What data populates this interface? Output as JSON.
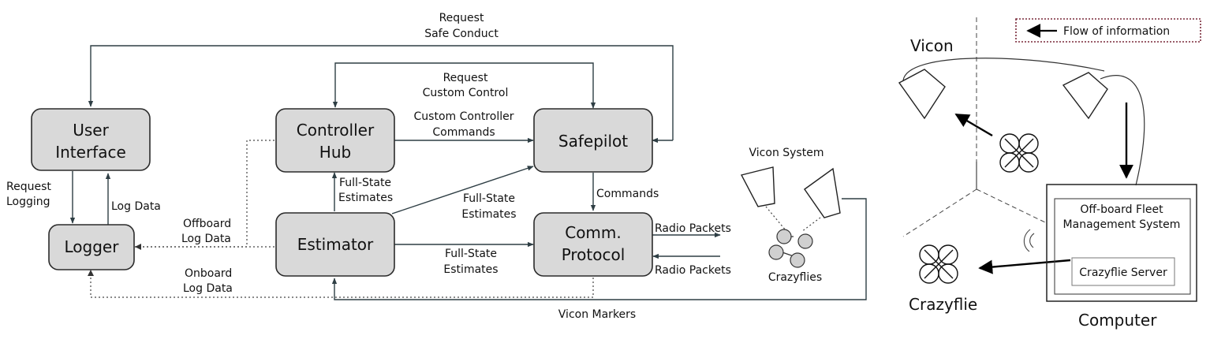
{
  "left_diagram": {
    "blocks": {
      "user_interface": [
        "User",
        "Interface"
      ],
      "controller_hub": [
        "Controller",
        "Hub"
      ],
      "safepilot": [
        "Safepilot"
      ],
      "logger": [
        "Logger"
      ],
      "estimator": [
        "Estimator"
      ],
      "comm_protocol": [
        "Comm.",
        "Protocol"
      ]
    },
    "labels": {
      "request_safe_conduct": [
        "Request",
        "Safe Conduct"
      ],
      "request_custom_control": [
        "Request",
        "Custom Control"
      ],
      "custom_controller_commands": [
        "Custom Controller",
        "Commands"
      ],
      "request_logging": [
        "Request",
        "Logging"
      ],
      "log_data": "Log Data",
      "offboard_log_data": [
        "Offboard",
        "Log Data"
      ],
      "onboard_log_data": [
        "Onboard",
        "Log Data"
      ],
      "full_state_estimates_hub": [
        "Full-State",
        "Estimates"
      ],
      "full_state_estimates_safepilot": [
        "Full-State",
        "Estimates"
      ],
      "full_state_estimates_comm": [
        "Full-State",
        "Estimates"
      ],
      "commands": "Commands",
      "radio_packets_out": "Radio Packets",
      "radio_packets_in": "Radio Packets",
      "vicon_system": "Vicon System",
      "crazyflies": "Crazyflies",
      "vicon_markers": "Vicon Markers"
    }
  },
  "right_diagram": {
    "legend": "Flow of information",
    "vicon": "Vicon",
    "crazyflie": "Crazyflie",
    "computer": "Computer",
    "fleet_system": [
      "Off-board Fleet",
      "Management System"
    ],
    "crazyflie_server": "Crazyflie Server"
  },
  "colors": {
    "block_fill": "#d9d9d9",
    "line": "#2e3e44",
    "legend_border": "#7a2a3a"
  }
}
